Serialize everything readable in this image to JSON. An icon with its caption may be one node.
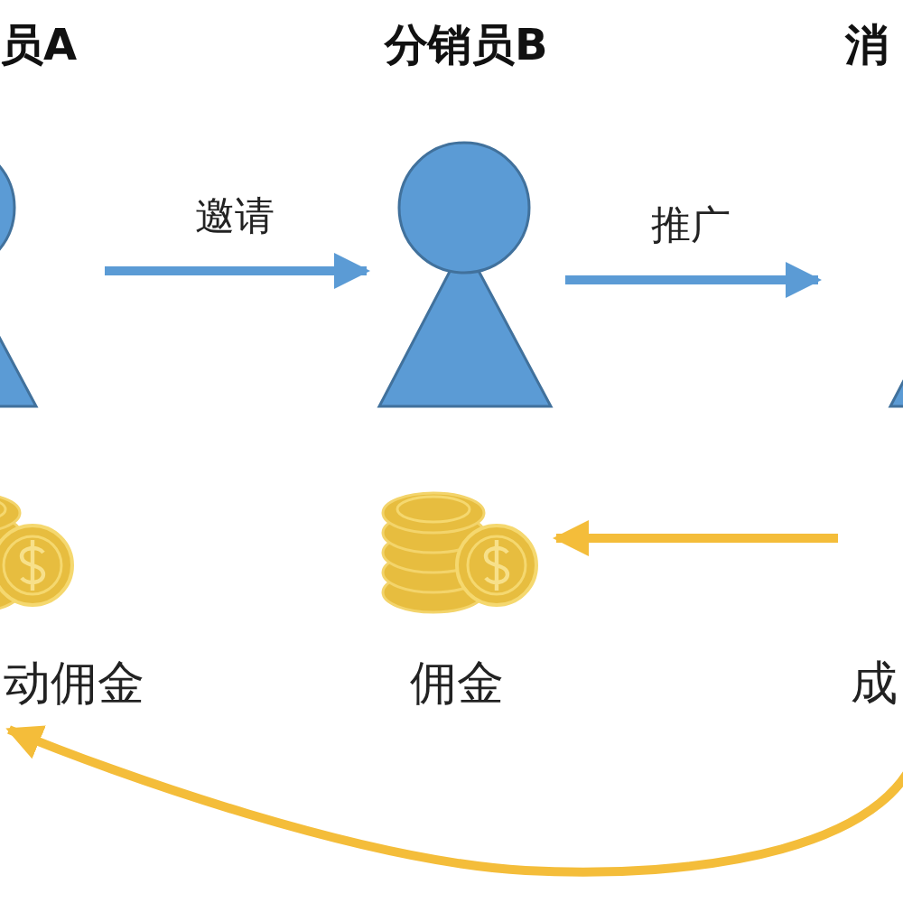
{
  "diagram": {
    "nodes": [
      {
        "text": [
          "员A"
        ]
      },
      {
        "text": [
          "分销员B"
        ]
      },
      {
        "text": [
          "消"
        ]
      },
      {
        "text": [
          "动佣金"
        ]
      },
      {
        "text": [
          "佣金"
        ]
      },
      {
        "text": [
          "成"
        ]
      }
    ],
    "edges": [
      {
        "from": 0,
        "to": 1,
        "arrow": "to",
        "label": "邀请",
        "color": "#5b9bd5"
      },
      {
        "from": 1,
        "to": 2,
        "arrow": "to",
        "label": "推广",
        "color": "#5b9bd5"
      },
      {
        "from": 5,
        "to": 4,
        "arrow": "to",
        "color": "#f4bd3a"
      },
      {
        "from": 5,
        "to": 3,
        "arrow": "to",
        "color": "#f4bd3a"
      }
    ]
  }
}
